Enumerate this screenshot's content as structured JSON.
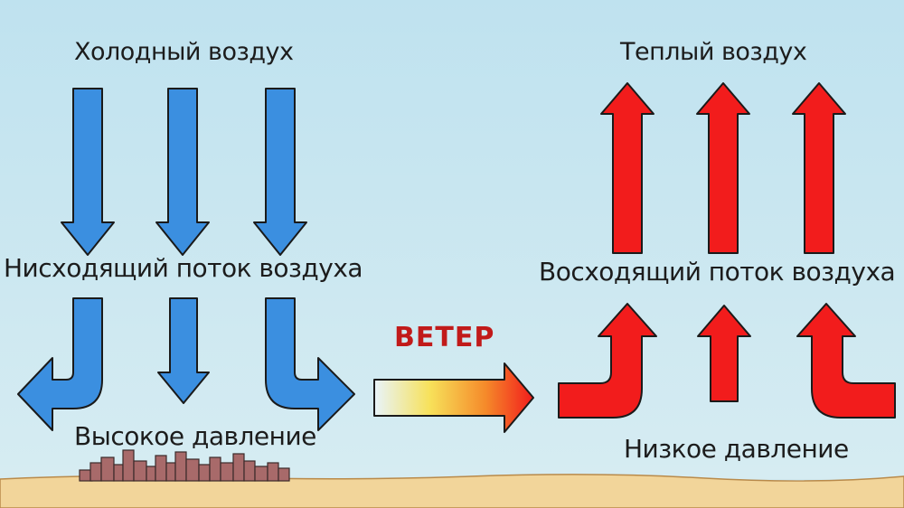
{
  "labels": {
    "cold_air": "Холодный воздух",
    "warm_air": "Теплый воздух",
    "descending_flow": "Нисходящий поток воздуха",
    "ascending_flow": "Восходящий поток воздуха",
    "high_pressure": "Высокое давление",
    "low_pressure": "Низкое давление",
    "wind": "ВЕТЕР"
  },
  "colors": {
    "sky": "#cfe8f0",
    "ground": "#f2d59a",
    "cold_arrow": "#3b8fe0",
    "warm_arrow": "#f21c1c",
    "outline": "#1a1a1a",
    "wind_text": "#c11a1a"
  }
}
